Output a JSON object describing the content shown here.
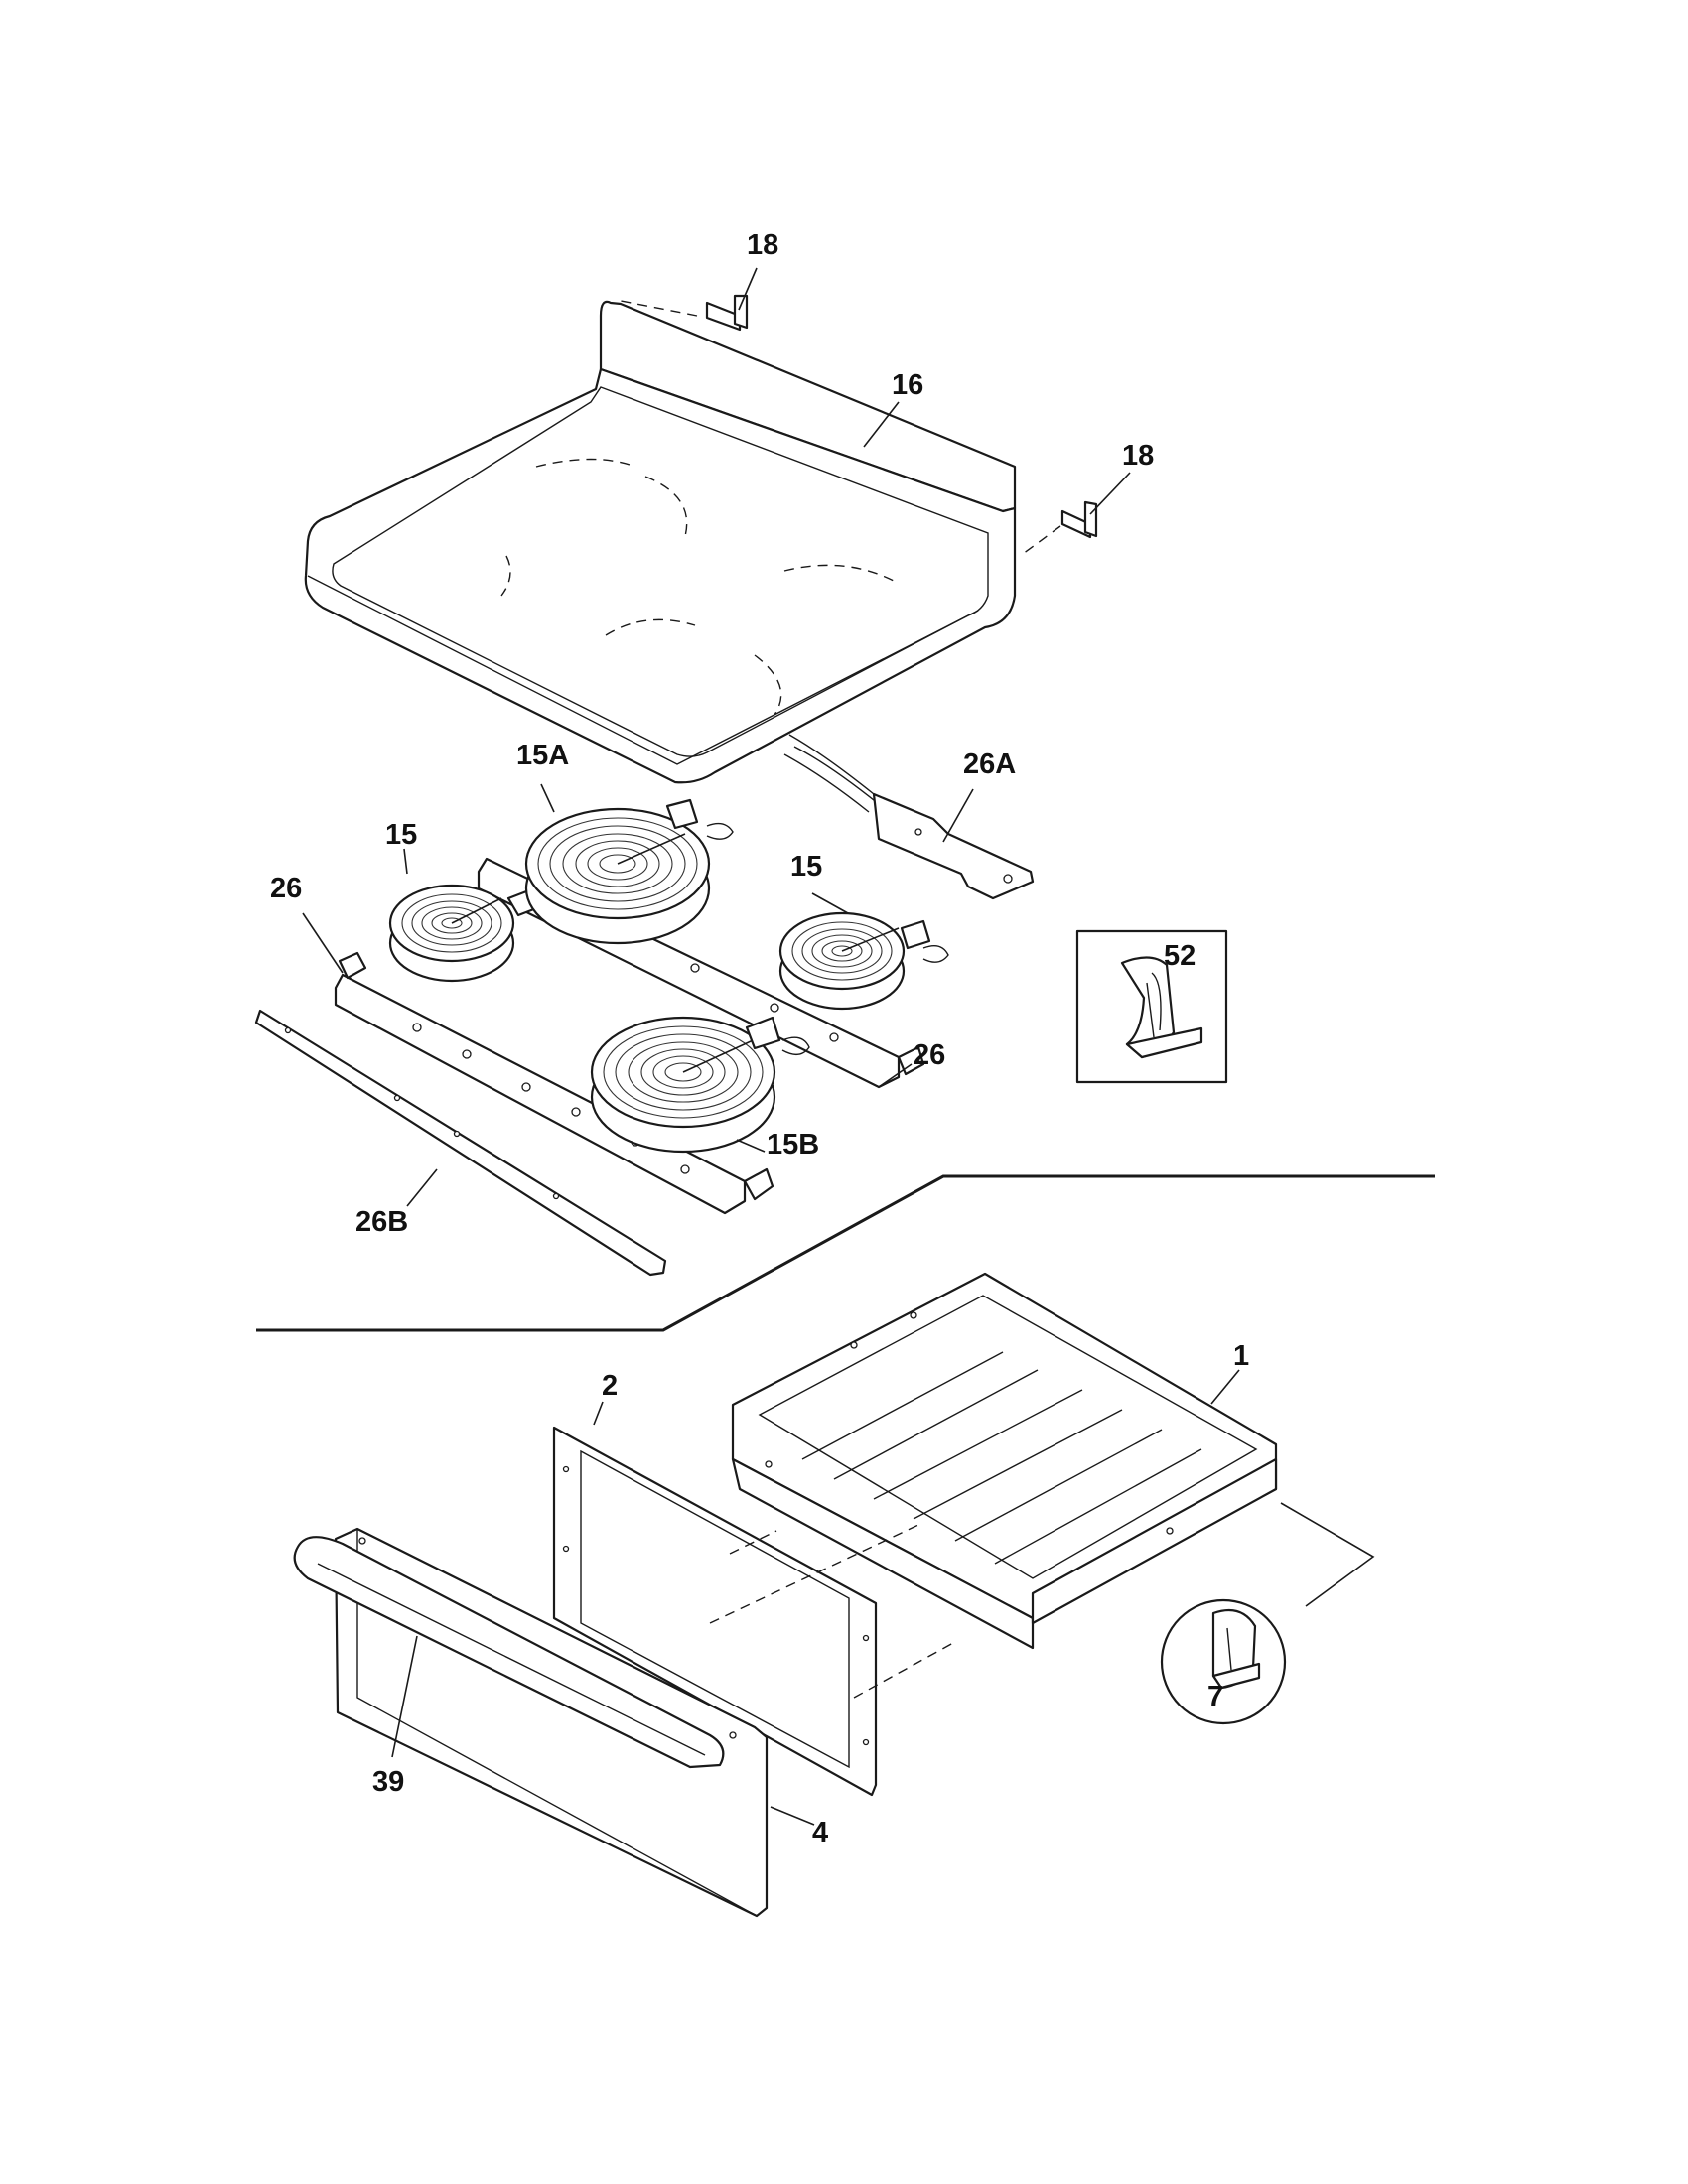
{
  "callouts": {
    "p18a": "18",
    "p16": "16",
    "p18b": "18",
    "p15a": "15A",
    "p26a": "26A",
    "p15l": "15",
    "p15r": "15",
    "p26l": "26",
    "p52": "52",
    "p26r": "26",
    "p15b": "15B",
    "p26b": "26B",
    "p1": "1",
    "p2": "2",
    "p7": "7",
    "p39": "39",
    "p4": "4"
  },
  "colors": {
    "line": "#1a1a1a",
    "background": "#ffffff"
  }
}
